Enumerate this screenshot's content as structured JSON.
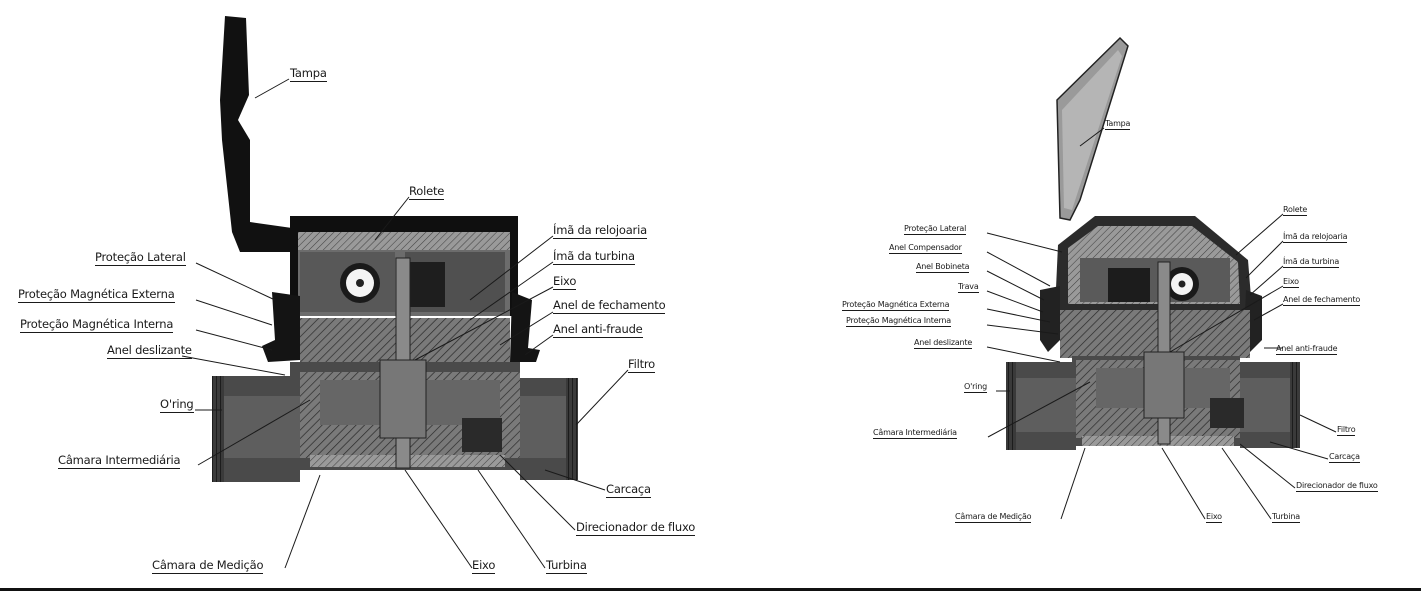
{
  "left_diagram": {
    "labels": {
      "tampa": "Tampa",
      "rolete": "Rolete",
      "ima_relojoaria": "Ímã da relojoaria",
      "ima_turbina": "Ímã da turbina",
      "eixo_top": "Eixo",
      "anel_fechamento": "Anel de fechamento",
      "anel_antifraude": "Anel anti-fraude",
      "filtro": "Filtro",
      "protecao_lateral": "Proteção Lateral",
      "protecao_mag_externa": "Proteção Magnética Externa",
      "protecao_mag_interna": "Proteção Magnética Interna",
      "anel_deslizante": "Anel deslizante",
      "oring": "O'ring",
      "camara_intermediaria": "Câmara Intermediária",
      "carcaca": "Carcaça",
      "direcionador": "Direcionador de fluxo",
      "camara_medicao": "Câmara de Medição",
      "eixo_bottom": "Eixo",
      "turbina": "Turbina"
    }
  },
  "right_diagram": {
    "labels": {
      "tampa": "Tampa",
      "protecao_lateral": "Proteção Lateral",
      "anel_compensador": "Anel Compensador",
      "anel_bobineta": "Anel Bobineta",
      "trava": "Trava",
      "protecao_mag_externa": "Proteção Magnética Externa",
      "protecao_mag_interna": "Proteção Magnética Interna",
      "anel_deslizante": "Anel deslizante",
      "oring": "O'ring",
      "camara_intermediaria": "Câmara Intermediária",
      "rolete": "Rolete",
      "ima_relojoaria": "Ímã da relojoaria",
      "ima_turbina": "Ímã da turbina",
      "eixo_top": "Eixo",
      "anel_fechamento": "Anel de fechamento",
      "anel_antifraude": "Anel anti-fraude",
      "filtro": "Filtro",
      "carcaca": "Carcaça",
      "direcionador": "Direcionador de fluxo",
      "camara_medicao": "Câmara de Medição",
      "eixo_bottom": "Eixo",
      "turbina": "Turbina"
    }
  }
}
